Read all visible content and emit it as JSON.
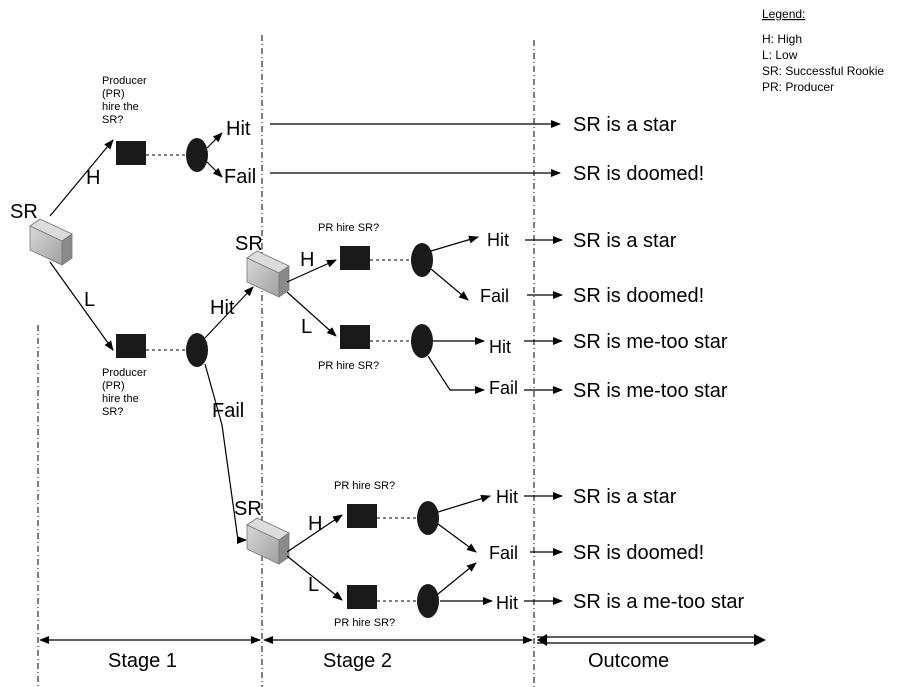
{
  "legend": {
    "title": "Legend:",
    "items": [
      "H: High",
      "L: Low",
      "SR: Successful Rookie",
      "PR: Producer"
    ]
  },
  "nodes": {
    "sr_root": "SR",
    "sr_mid": "SR",
    "sr_low": "SR"
  },
  "branches": {
    "h1": "H",
    "l1": "L",
    "h2": "H",
    "l2": "L",
    "h3": "H",
    "l3": "L",
    "hit_up": "Hit",
    "fail_down": "Fail"
  },
  "questions": {
    "q_top": [
      "Producer",
      "(PR)",
      "hire the",
      "SR?"
    ],
    "q_bottom": [
      "Producer",
      "(PR)",
      "hire the",
      "SR?"
    ],
    "pr_hire": "PR hire SR?"
  },
  "results": {
    "hit": "Hit",
    "fail": "Fail"
  },
  "outcomes": [
    "SR is a star",
    "SR is doomed!",
    "SR is a star",
    "SR is doomed!",
    "SR is me-too star",
    "SR is me-too star",
    "SR is a star",
    "SR is doomed!",
    "SR is a me-too star"
  ],
  "stages": {
    "stage1": "Stage 1",
    "stage2": "Stage 2",
    "outcome": "Outcome"
  }
}
